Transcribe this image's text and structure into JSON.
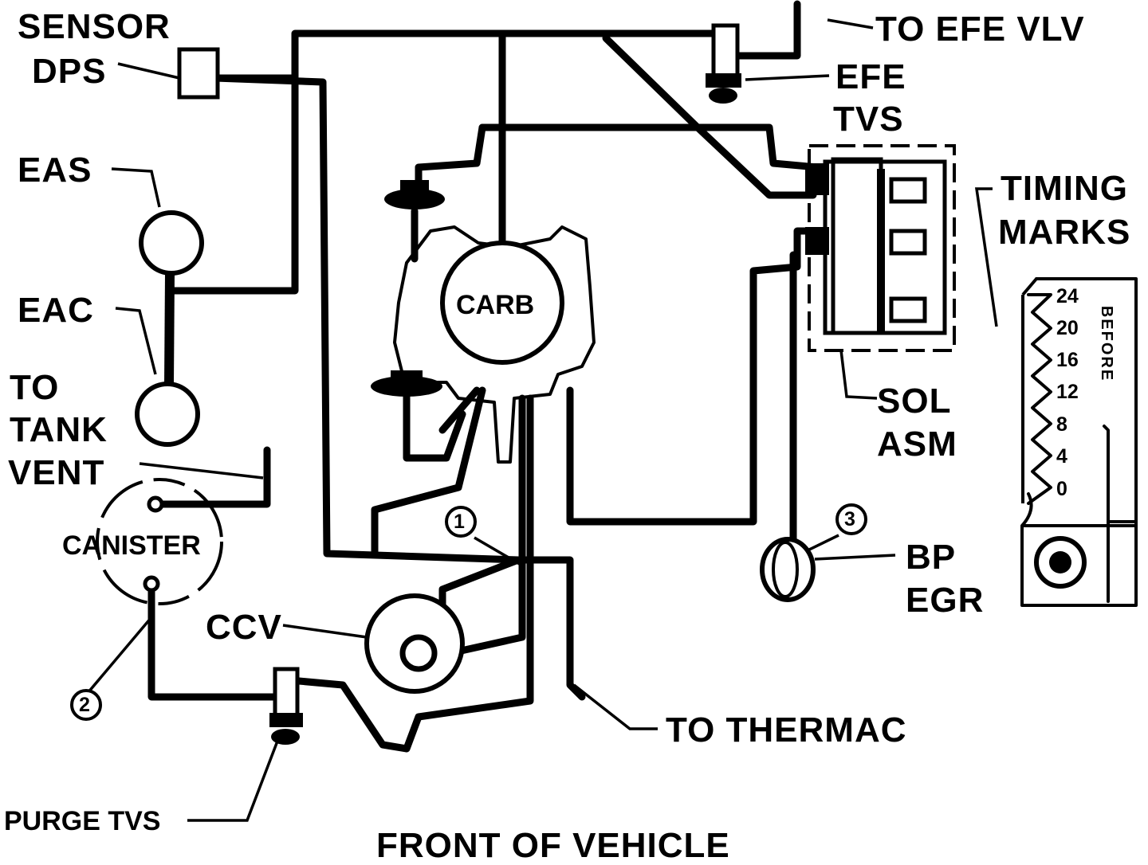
{
  "labels": {
    "sensor": "SENSOR",
    "dps": "DPS",
    "to_efe_vlv": "TO EFE VLV",
    "efe": "EFE",
    "tvs": "TVS",
    "eas": "EAS",
    "timing": "TIMING",
    "marks": "MARKS",
    "eac": "EAC",
    "carb": "CARB",
    "to": "TO",
    "tank": "TANK",
    "vent": "VENT",
    "sol": "SOL",
    "asm": "ASM",
    "canister": "CANISTER",
    "bp": "BP",
    "egr": "EGR",
    "ccv": "CCV",
    "to_thermac": "TO THERMAC",
    "purge_tvs": "PURGE TVS",
    "front_of_vehicle": "FRONT OF VEHICLE",
    "before": "BEFORE"
  },
  "callouts": [
    "1",
    "2",
    "3"
  ],
  "timing_scale": [
    "24",
    "20",
    "16",
    "12",
    "8",
    "4",
    "0"
  ]
}
